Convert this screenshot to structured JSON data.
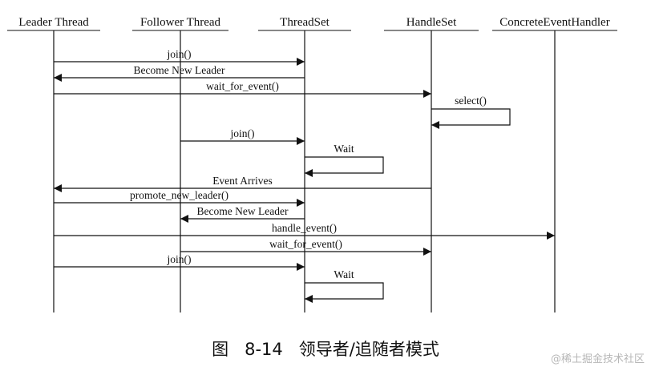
{
  "participants": [
    {
      "id": "leader",
      "label": "Leader Thread"
    },
    {
      "id": "follower",
      "label": "Follower Thread"
    },
    {
      "id": "threadset",
      "label": "ThreadSet"
    },
    {
      "id": "handleset",
      "label": "HandleSet"
    },
    {
      "id": "handler",
      "label": "ConcreteEventHandler"
    }
  ],
  "messages": [
    {
      "from": "leader",
      "to": "threadset",
      "label": "join()"
    },
    {
      "from": "threadset",
      "to": "leader",
      "label": "Become New Leader"
    },
    {
      "from": "leader",
      "to": "handleset",
      "label": "wait_for_event()"
    },
    {
      "from": "handleset",
      "to": "handleset",
      "label": "select()"
    },
    {
      "from": "follower",
      "to": "threadset",
      "label": "join()"
    },
    {
      "from": "threadset",
      "to": "threadset",
      "label": "Wait"
    },
    {
      "from": "handleset",
      "to": "leader",
      "label": "Event Arrives"
    },
    {
      "from": "leader",
      "to": "threadset",
      "label": "promote_new_leader()"
    },
    {
      "from": "threadset",
      "to": "follower",
      "label": "Become New Leader"
    },
    {
      "from": "leader",
      "to": "handler",
      "label": "handle_event()"
    },
    {
      "from": "follower",
      "to": "handleset",
      "label": "wait_for_event()"
    },
    {
      "from": "leader",
      "to": "threadset",
      "label": "join()"
    },
    {
      "from": "threadset",
      "to": "threadset",
      "label": "Wait"
    }
  ],
  "caption": "图   8-14   领导者/追随者模式",
  "watermark": "@稀土掘金技术社区"
}
